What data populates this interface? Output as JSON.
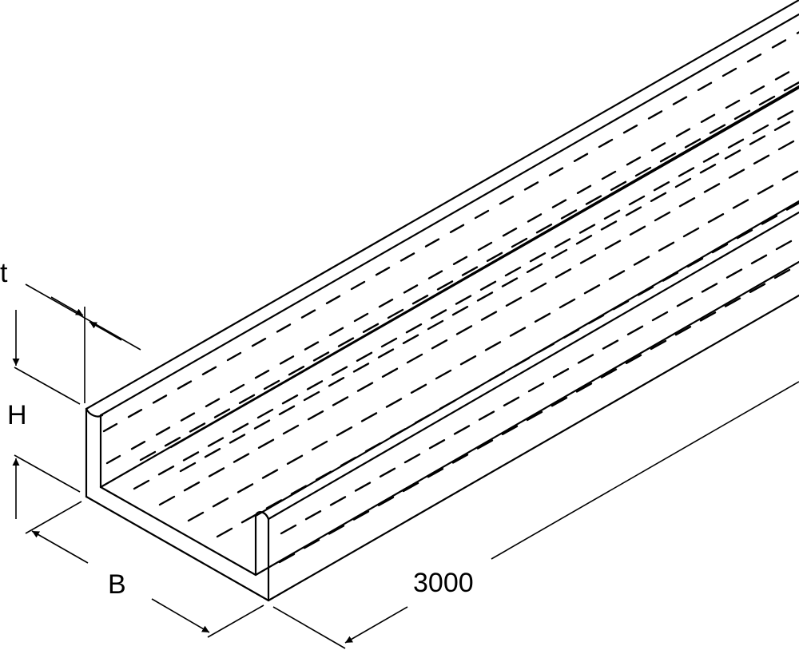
{
  "drawing": {
    "stroke_color": "#000000",
    "background": "#ffffff"
  },
  "dimensions": {
    "thickness_label": "t",
    "height_label": "H",
    "width_label": "B",
    "length_label": "3000"
  }
}
